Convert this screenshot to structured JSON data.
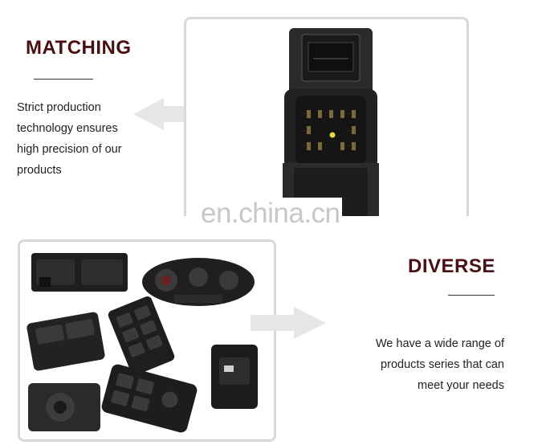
{
  "matching": {
    "title": "MATCHING",
    "lines": [
      "Strict production",
      "technology ensures",
      "high precision of our",
      "products"
    ]
  },
  "diverse": {
    "title": "DIVERSE",
    "lines": [
      "We have a wide range of",
      "products series that can",
      "meet your needs"
    ]
  },
  "watermark": "en.china.cn",
  "icons": {
    "arrow_left": "arrow-left-icon",
    "arrow_right": "arrow-right-icon"
  },
  "colors": {
    "heading": "#4a0f12",
    "frame": "#d9d9d9",
    "arrow": "#e6e6e6"
  }
}
